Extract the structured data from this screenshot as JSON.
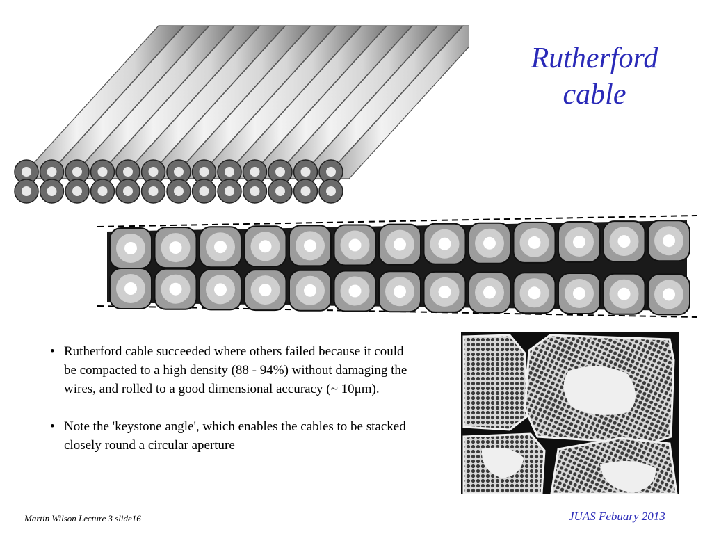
{
  "slide": {
    "title_line1": "Rutherford",
    "title_line2": "cable",
    "bullets": [
      "Rutherford cable succeeded where others failed because it could be compacted to a high density (88 - 94%) without damaging the wires,  and rolled to a good dimensional accuracy (~ 10μm).",
      "Note the 'keystone angle', which enables the cables to be stacked closely round a circular aperture"
    ],
    "bullet_symbol": "•",
    "footer_left": "Martin Wilson Lecture 3 slide16",
    "footer_right": "JUAS Febuary 2013"
  },
  "colors": {
    "title": "#2a2ab8",
    "footer_right": "#2a2ab8",
    "text": "#000000"
  }
}
